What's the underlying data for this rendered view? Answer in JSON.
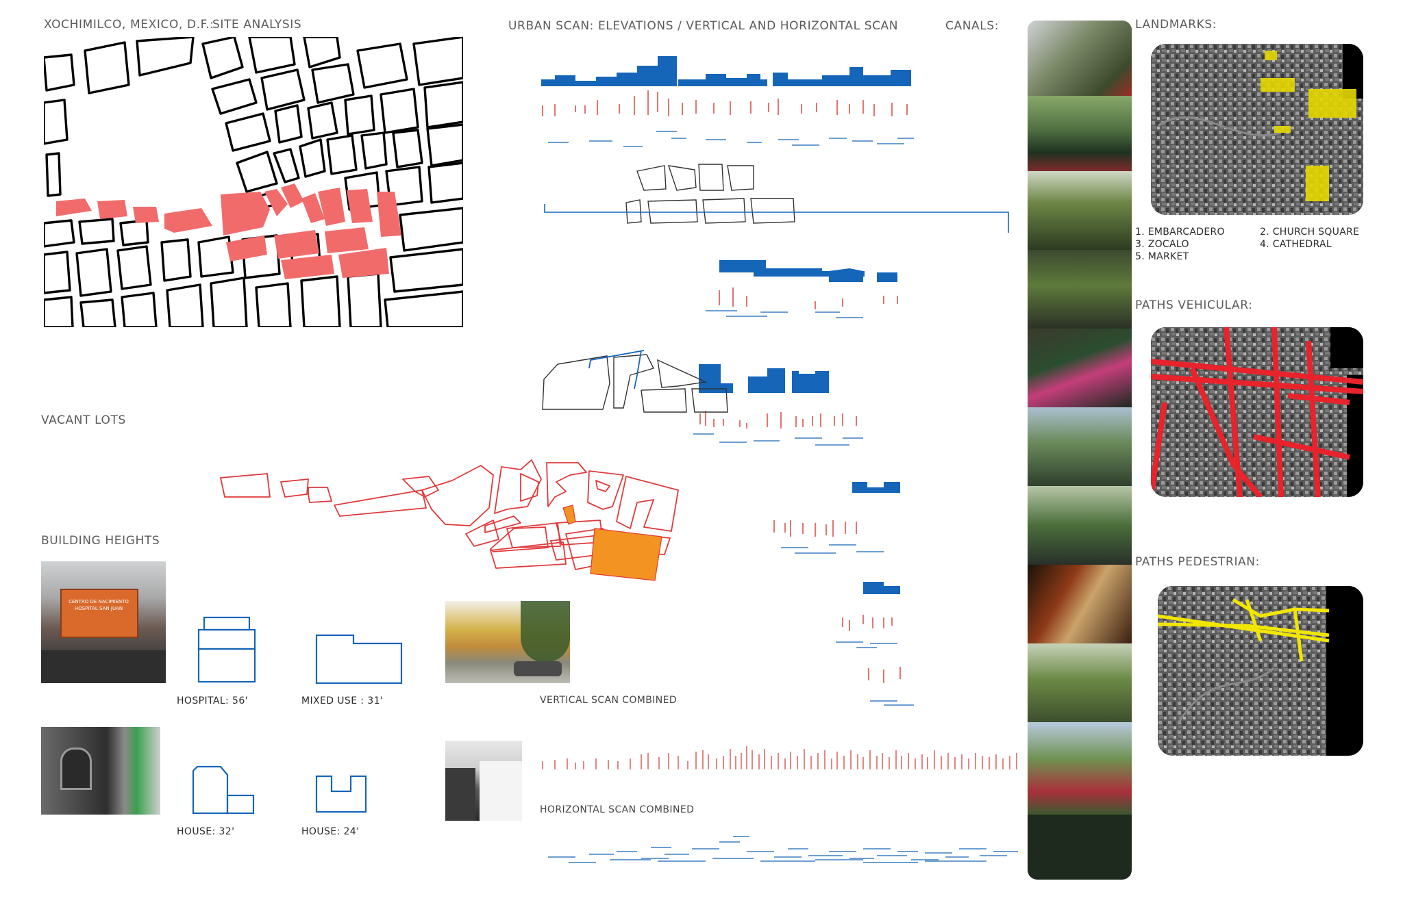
{
  "header": {
    "location": "XOCHIMILCO, MEXICO, D.F.:",
    "site_analysis": "SITE ANALYSIS",
    "urban_scan": "URBAN SCAN: ELEVATIONS / VERTICAL AND HORIZONTAL SCAN",
    "canals": "CANALS:",
    "landmarks": "LANDMARKS:"
  },
  "sections": {
    "vacant_lots": "VACANT LOTS",
    "building_heights": "BUILDING HEIGHTS",
    "vertical_scan_combined": "VERTICAL SCAN COMBINED",
    "horizontal_scan_combined": "HORIZONTAL  SCAN COMBINED",
    "paths_vehicular": "PATHS VEHICULAR:",
    "paths_pedestrian": "PATHS PEDESTRIAN:"
  },
  "buildings": [
    {
      "caption": "HOSPITAL: 56'"
    },
    {
      "caption": "MIXED USE : 31'"
    },
    {
      "caption": "HOUSE:  32'"
    },
    {
      "caption": "HOUSE: 24'"
    }
  ],
  "landmarks_legend": [
    "1. EMBARCADERO",
    "2. CHURCH SQUARE",
    "3. ZOCALO",
    "4. CATHEDRAL",
    "5. MARKET"
  ],
  "photo_text": {
    "hospital_sign_line1": "CENTRO DE NACIMIENTO",
    "hospital_sign_line2": "HOSPITAL SAN JUAN"
  },
  "colors": {
    "site_highlight": "#f26b6b",
    "vacant_outline": "#e0393a",
    "vacant_fill": "#f39321",
    "elevation_blue": "#1565b8",
    "vertical_red": "#d9534f",
    "vehicular_red": "#e8232b",
    "pedestrian_yellow": "#f2e600",
    "landmark_yellow": "#e6d800"
  }
}
